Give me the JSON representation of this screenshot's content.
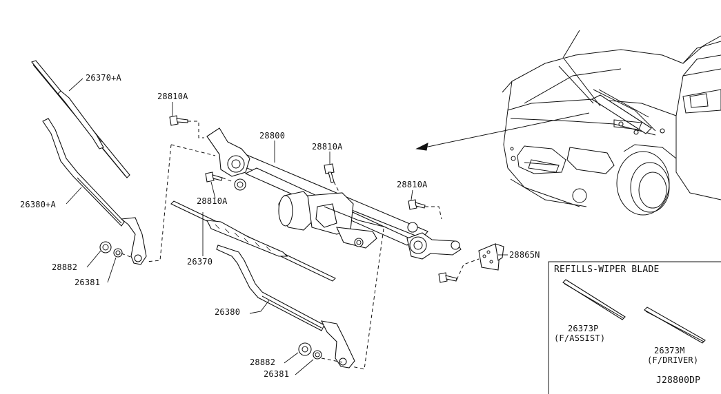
{
  "diagram": {
    "labels": {
      "blade_assist_assembly": "26370+A",
      "arm_assist_assembly": "26380+A",
      "nut_cap_left": "28882",
      "nut_left": "26381",
      "bolt_top": "28810A",
      "bolt_left": "28810A",
      "linkage_assembly": "28800",
      "bolt_center": "28810A",
      "bolt_right": "28810A",
      "bracket": "28865N",
      "blade_driver": "26370",
      "arm_driver": "26380",
      "nut_cap_right": "28882",
      "nut_right": "26381"
    },
    "refills": {
      "title": "REFILLS-WIPER BLADE",
      "assist_part": "26373P",
      "assist_side": "(F/ASSIST)",
      "driver_part": "26373M",
      "driver_side": "(F/DRIVER)"
    },
    "diagram_code": "J28800DP"
  }
}
